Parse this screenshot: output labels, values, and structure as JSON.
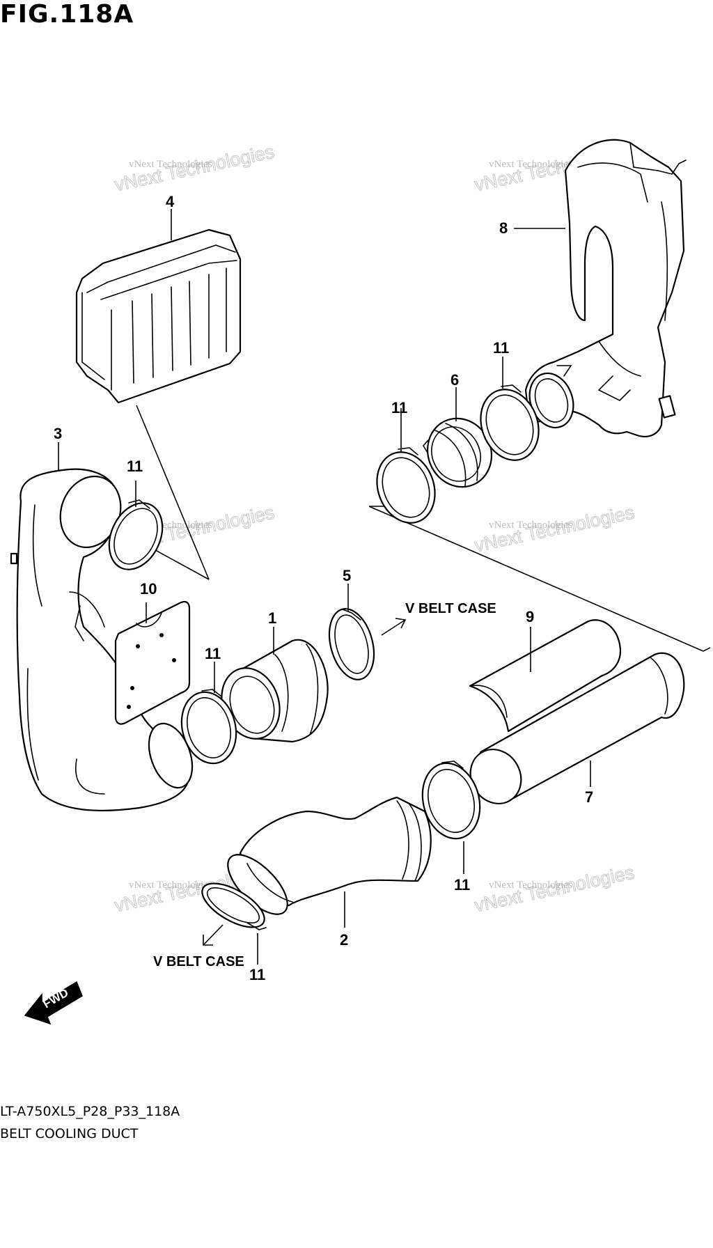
{
  "title": "FIG.118A",
  "callouts": [
    "1",
    "2",
    "3",
    "4",
    "5",
    "6",
    "7",
    "8",
    "9",
    "10",
    "11",
    "11",
    "11",
    "11",
    "11",
    "11"
  ],
  "notes": {
    "v_belt_case_top": "V BELT CASE",
    "v_belt_case_bottom": "V BELT CASE",
    "fwd": "FWD"
  },
  "watermark": {
    "line1": "vNext Technologies",
    "line2": "vNext Technologies"
  },
  "footer": {
    "code": "LT-A750XL5_P28_P33_118A",
    "name": "BELT COOLING DUCT"
  }
}
